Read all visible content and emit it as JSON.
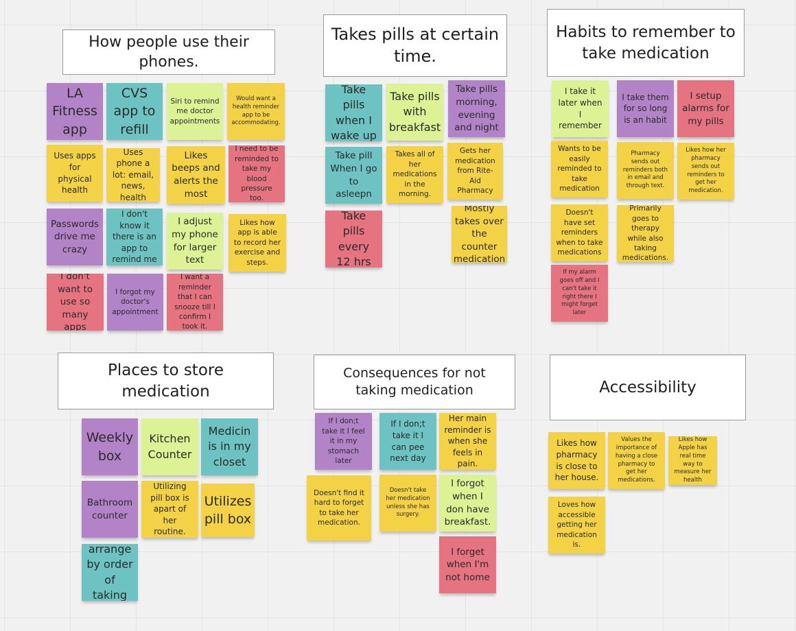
{
  "frames": {
    "phones": "How people use their phones.",
    "pills_time": "Takes pills at certain time.",
    "habits": "Habits to remember to take medication",
    "store": "Places to store medication",
    "consequences": "Consequences for not taking medication",
    "accessibility": "Accessibility"
  },
  "notes": {
    "phones": [
      "LA Fitness app",
      "CVS app to refill",
      "Siri to remind me doctor appointments",
      "Would want a health reminder app to be accommodating.",
      "Uses apps for physical health",
      "Uses phone a lot: email, news, health",
      "Likes beeps and alerts the most",
      "I need to be reminded to take my blood pressure too.",
      "Passwords drive me crazy",
      "I don't know it there is an app to remind me",
      "I adjust my phone for larger text",
      "Likes how app is able to record her exercise and steps.",
      "I don't want to use so many apps",
      "I forgot my doctor's appointment",
      "I want a reminder that I can snooze till I confirm I took it."
    ],
    "pills_time": [
      "Take pills when I wake up",
      "Take pills with breakfast",
      "Take pills morning, evening and night",
      "Take pill When I go to asleepn",
      "Takes all of her medications in the morning.",
      "Gets her medication from Rite-Aid Pharmacy",
      "Take pills every 12 hrs",
      "Mostly takes over the counter medication"
    ],
    "habits": [
      "I take it later when I remember",
      "I take them for so long is an habit",
      "I setup alarms for my pills",
      "Wants to be easily reminded to take medication",
      "Pharmacy sends out reminders both in email and through text.",
      "Likes how her pharmacy sends out reminders to get her medication.",
      "Doesn't have set reminders when to take medications",
      "Primarily goes to therapy while also taking medications.",
      "If my alarm goes off and I can't take it right there I might forget later"
    ],
    "store": [
      "Weekly box",
      "Kitchen Counter",
      "Medicin is in my closet",
      "Bathroom counter",
      "Utilizing pill box is apart of her routine.",
      "Utilizes pill box",
      "arrange by order of taking"
    ],
    "consequences": [
      "If I don;t take it I feel it in my stomach later",
      "If I don;t take it I can pee next day",
      "Her main reminder is when she feels in pain.",
      "Doesn't find it hard to forget to take her medication.",
      "Doesn't take her medication unless she has surgery.",
      "I forgot when I don have breakfast.",
      "I forget when I'm not home"
    ],
    "accessibility": [
      "Likes how pharmacy is close to her house.",
      "Values the importance of having a close pharmacy to get her medications.",
      "Likes how Apple has real time way to measure her health",
      "Loves how accessible getting her medication is."
    ]
  },
  "colors": {
    "purple": "#b383c8",
    "teal": "#6cc3c1",
    "lime": "#dcf294",
    "yellow": "#f3d246",
    "red": "#e57380",
    "canvas": "#f1f1f1",
    "frame_border": "#9a9a9a"
  }
}
